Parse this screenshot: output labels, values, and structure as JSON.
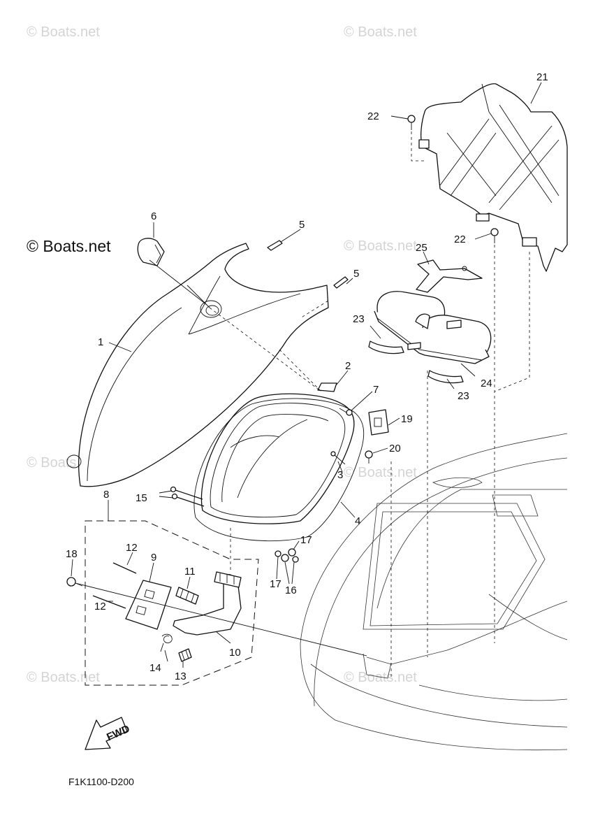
{
  "watermarks": {
    "corner_text": "© Boats.net",
    "main_text": "© Boats.net"
  },
  "figure_code": "F1K1100-D200",
  "fwd_label": "FWD",
  "callouts": {
    "c1": "1",
    "c2": "2",
    "c3": "3",
    "c4": "4",
    "c5a": "5",
    "c5b": "5",
    "c6": "6",
    "c7": "7",
    "c8": "8",
    "c9": "9",
    "c10": "10",
    "c11": "11",
    "c12a": "12",
    "c12b": "12",
    "c13": "13",
    "c14": "14",
    "c15": "15",
    "c16": "16",
    "c17a": "17",
    "c17b": "17",
    "c18": "18",
    "c19": "19",
    "c20": "20",
    "c21": "21",
    "c22a": "22",
    "c22b": "22",
    "c23a": "23",
    "c23b": "23",
    "c24": "24",
    "c25": "25"
  }
}
